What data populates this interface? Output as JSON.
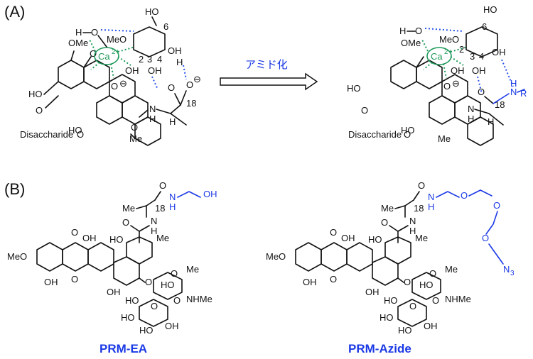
{
  "panel_a": {
    "label": "(A)",
    "arrow_label": "アミド化",
    "left": {
      "ca_ion": "Ca",
      "ca_charge": "2+",
      "ome": "OMe",
      "meo_sugar": "MeO",
      "ho_top": "H",
      "o_top": "O",
      "ho_ring": "HO",
      "oh1": "OH",
      "oh2": "OH",
      "oh_sugar3": "OH",
      "ho6": "HO",
      "o_minus": "O",
      "minus": "⊖",
      "h_carbox": "H",
      "o_carbox": "O",
      "num2": "2",
      "num3": "3",
      "num4": "4",
      "num6": "6",
      "num18": "18",
      "nh": "N",
      "h_nh": "H",
      "h_alpha": "H",
      "disaccharide": "Disaccharide",
      "me": "Me",
      "o_bottom": "O",
      "ho_bottom": "HO"
    },
    "right": {
      "ca_ion": "Ca",
      "ca_charge": "2+",
      "ome": "OMe",
      "meo_sugar": "MeO",
      "h_top": "H",
      "o_top": "O",
      "ho_ring": "HO",
      "oh1": "OH",
      "oh2": "OH",
      "oh_sugar": "OH",
      "ho6": "HO",
      "o_minus": "O",
      "minus": "⊖",
      "amide_h": "H",
      "amide_n": "N",
      "amide_r": "R",
      "o_amide": "O",
      "num2": "2",
      "num3": "3",
      "num4": "4",
      "num6": "6",
      "num18": "18",
      "nh": "N",
      "h_nh": "H",
      "h_alpha": "H",
      "disaccharide": "Disaccharide",
      "me": "Me",
      "o_bottom": "O",
      "ho_bottom": "HO"
    }
  },
  "panel_b": {
    "label": "(B)",
    "left": {
      "name": "PRM-EA",
      "me_top": "Me",
      "num18": "18",
      "o": "O",
      "n": "N",
      "h": "H",
      "oh_blue": "OH",
      "nh": "N",
      "h_nh": "H",
      "o_amide": "O",
      "ho1": "HO",
      "me_ring": "Me",
      "meo": "MeO",
      "o_q1": "O",
      "oh_q": "OH",
      "oh_q2": "OH",
      "o_q2": "O",
      "oh_bottom": "OH",
      "o_link": "O",
      "ho_s1": "HO",
      "me_s": "Me",
      "o_s1": "O",
      "o_s2": "O",
      "nhme": "NHMe",
      "ho_s2": "HO",
      "o_s3": "O",
      "ho_s3": "HO",
      "oh_s": "OH",
      "ho_s4": "HO"
    },
    "right": {
      "name": "PRM-Azide",
      "me_top": "Me",
      "num18": "18",
      "o": "O",
      "n": "N",
      "h": "H",
      "o_peg1": "O",
      "o_peg2": "O",
      "o_peg3": "O",
      "n3": "N",
      "n3_sub": "3",
      "nh": "N",
      "h_nh": "H",
      "o_amide": "O",
      "ho1": "HO",
      "me_ring": "Me",
      "meo": "MeO",
      "o_q1": "O",
      "oh_q": "OH",
      "oh_q2": "OH",
      "o_q2": "O",
      "oh_bottom": "OH",
      "o_link": "O",
      "ho_s1": "HO",
      "me_s": "Me",
      "o_s1": "O",
      "o_s2": "O",
      "nhme": "NHMe",
      "ho_s2": "HO",
      "o_s3": "O",
      "ho_s3": "HO",
      "oh_s": "OH",
      "ho_s4": "HO"
    }
  },
  "colors": {
    "highlight_blue": "#1a39e6",
    "calcium_green": "#1f9a5a",
    "hbond_blue": "#2b55ee"
  }
}
